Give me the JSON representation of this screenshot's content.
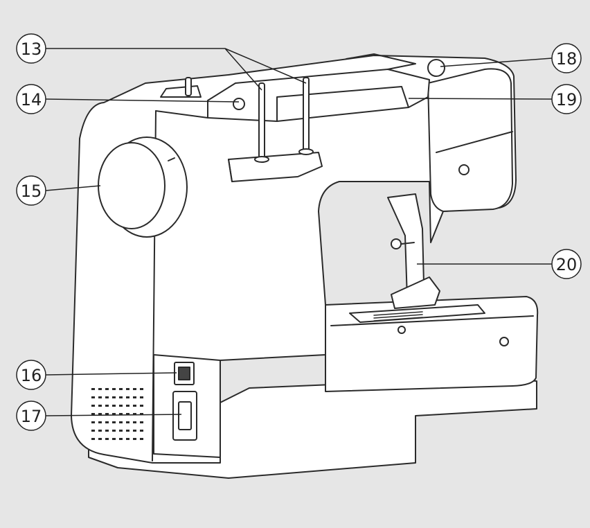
{
  "colors": {
    "background": "#e6e6e6",
    "body_fill": "#ffffff",
    "outline": "#2a2a2a",
    "callout_fill": "#ffffff"
  },
  "callouts": [
    {
      "id": "c13",
      "label": "13",
      "part": "spool-pins"
    },
    {
      "id": "c14",
      "label": "14",
      "part": "bobbin-winding-thread-guide"
    },
    {
      "id": "c15",
      "label": "15",
      "part": "handwheel"
    },
    {
      "id": "c16",
      "label": "16",
      "part": "power-switch"
    },
    {
      "id": "c17",
      "label": "17",
      "part": "power-socket"
    },
    {
      "id": "c18",
      "label": "18",
      "part": "bobbin-winder-spindle"
    },
    {
      "id": "c19",
      "label": "19",
      "part": "top-cover-handle"
    },
    {
      "id": "c20",
      "label": "20",
      "part": "presser-foot-lever"
    }
  ]
}
